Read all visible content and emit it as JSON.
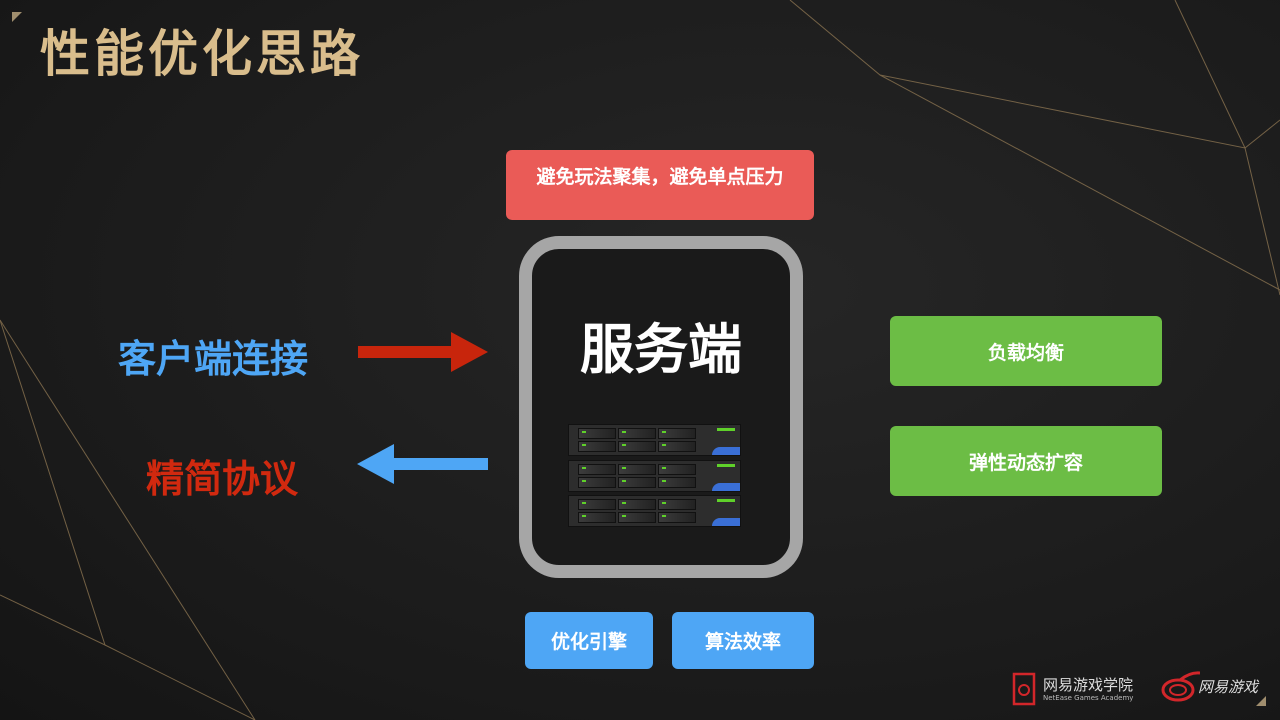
{
  "title": "性能优化思路",
  "top_box": "避免玩法聚集，避免单点压力",
  "server": {
    "label": "服务端",
    "units": 3,
    "icon": "server-rack-icon"
  },
  "left": {
    "client_connect": "客户端连接",
    "protocol": "精简协议",
    "client_color": "#4ea6f5",
    "protocol_color": "#d1290f"
  },
  "right": {
    "load_balance": "负载均衡",
    "elastic_scale": "弹性动态扩容"
  },
  "bottom": {
    "engine": "优化引擎",
    "algorithm": "算法效率"
  },
  "colors": {
    "title": "#d9bd8c",
    "red_box": "#ea5b57",
    "green": "#6cbd45",
    "blue": "#4ea6f5",
    "arrow_red": "#c8250c"
  },
  "footer": {
    "academy_cn": "网易游戏学院",
    "academy_en": "NetEase Games Academy",
    "brand": "网易游戏"
  }
}
